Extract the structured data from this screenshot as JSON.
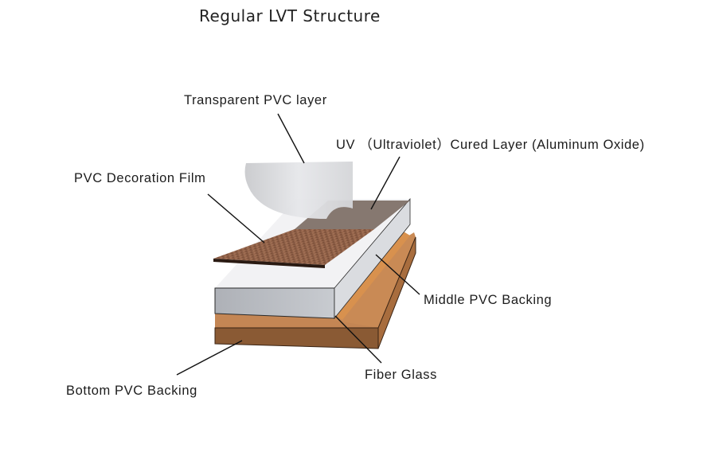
{
  "title": "Regular  LVT Structure",
  "layers": [
    {
      "id": "transparent-pvc",
      "label": "Transparent PVC layer"
    },
    {
      "id": "uv-cured",
      "label": "UV （Ultraviolet）Cured Layer (Aluminum Oxide)"
    },
    {
      "id": "decoration-film",
      "label": "PVC Decoration Film"
    },
    {
      "id": "middle-backing",
      "label": "Middle PVC Backing"
    },
    {
      "id": "fiber-glass",
      "label": "Fiber Glass"
    },
    {
      "id": "bottom-backing",
      "label": "Bottom PVC Backing"
    }
  ],
  "colors": {
    "wood_dark": "#6b4430",
    "wood_light": "#9a6a4e",
    "uv_layer": "#7a6a62",
    "transparent_sheet": "#dcdde0",
    "middle_top": "#f2f2f4",
    "middle_front": "#b9bcc2",
    "fiber_glass": "#d8914e",
    "bottom_top": "#c98a55",
    "bottom_front": "#8a5a34"
  }
}
